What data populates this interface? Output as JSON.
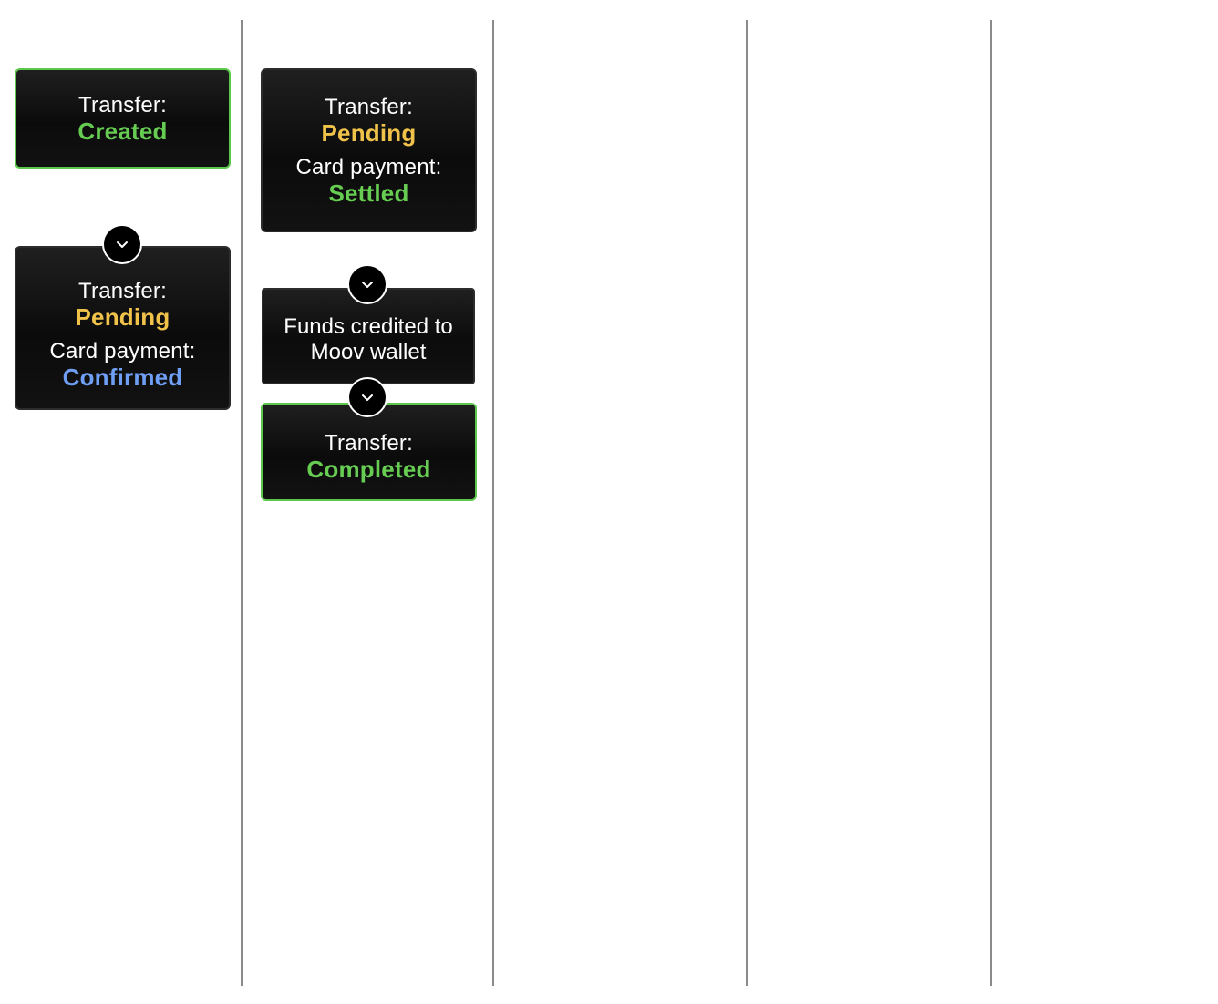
{
  "colors": {
    "created": "#66cc52",
    "pending": "#f0c24a",
    "confirmed": "#6f9ff5",
    "settled": "#66cc52",
    "completed": "#66cc52",
    "success_border": "#5cc84b"
  },
  "columns": [
    {
      "cards": [
        {
          "label": "Transfer:",
          "status": "Created"
        },
        {
          "transfer_label": "Transfer:",
          "transfer_status": "Pending",
          "payment_label": "Card payment:",
          "payment_status": "Confirmed"
        }
      ]
    },
    {
      "cards": [
        {
          "transfer_label": "Transfer:",
          "transfer_status": "Pending",
          "payment_label": "Card payment:",
          "payment_status": "Settled"
        },
        {
          "line1": "Funds credited to",
          "line2": "Moov wallet"
        },
        {
          "label": "Transfer:",
          "status": "Completed"
        }
      ]
    }
  ],
  "icons": {
    "connector": "chevron-down-icon"
  }
}
